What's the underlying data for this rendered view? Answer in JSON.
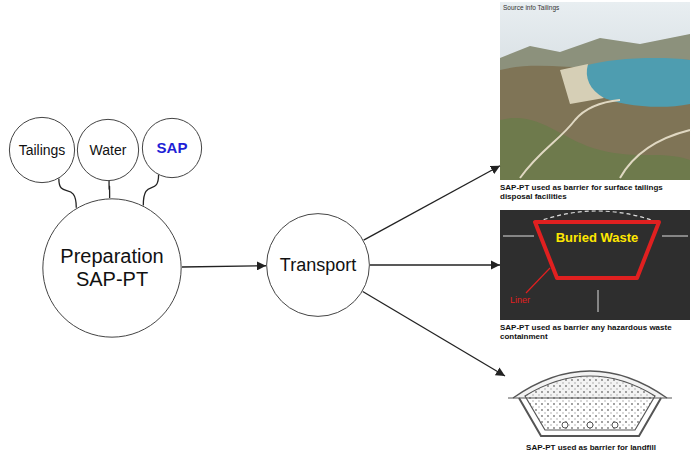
{
  "diagram": {
    "nodes": [
      {
        "text": [
          "Tailings"
        ]
      },
      {
        "text": [
          "Water"
        ]
      },
      {
        "text": [
          "SAP"
        ]
      },
      {
        "text": [
          "Preparation SAP-PT"
        ]
      },
      {
        "text": [
          "Transport"
        ]
      },
      {
        "text": [
          "SAP-PT used as barrier for surface tailings disposal facilities"
        ]
      },
      {
        "text": [
          "SAP-PT used as barrier any hazardous waste containment"
        ]
      },
      {
        "text": [
          "Buried Waste"
        ],
        "in": 6
      },
      {
        "text": [
          "SAP-PT used as barrier for landfill"
        ]
      }
    ],
    "edges": [
      {
        "from": 0,
        "to": 3,
        "arrow": "none"
      },
      {
        "from": 1,
        "to": 3,
        "arrow": "none"
      },
      {
        "from": 2,
        "to": 3,
        "arrow": "none"
      },
      {
        "from": 3,
        "to": 4,
        "arrow": "to"
      },
      {
        "from": 4,
        "to": 5,
        "arrow": "to"
      },
      {
        "from": 4,
        "to": 6,
        "arrow": "to"
      },
      {
        "from": 4,
        "to": 8,
        "arrow": "to"
      }
    ],
    "labels": [
      "Source info Tailings",
      "Liner"
    ]
  }
}
